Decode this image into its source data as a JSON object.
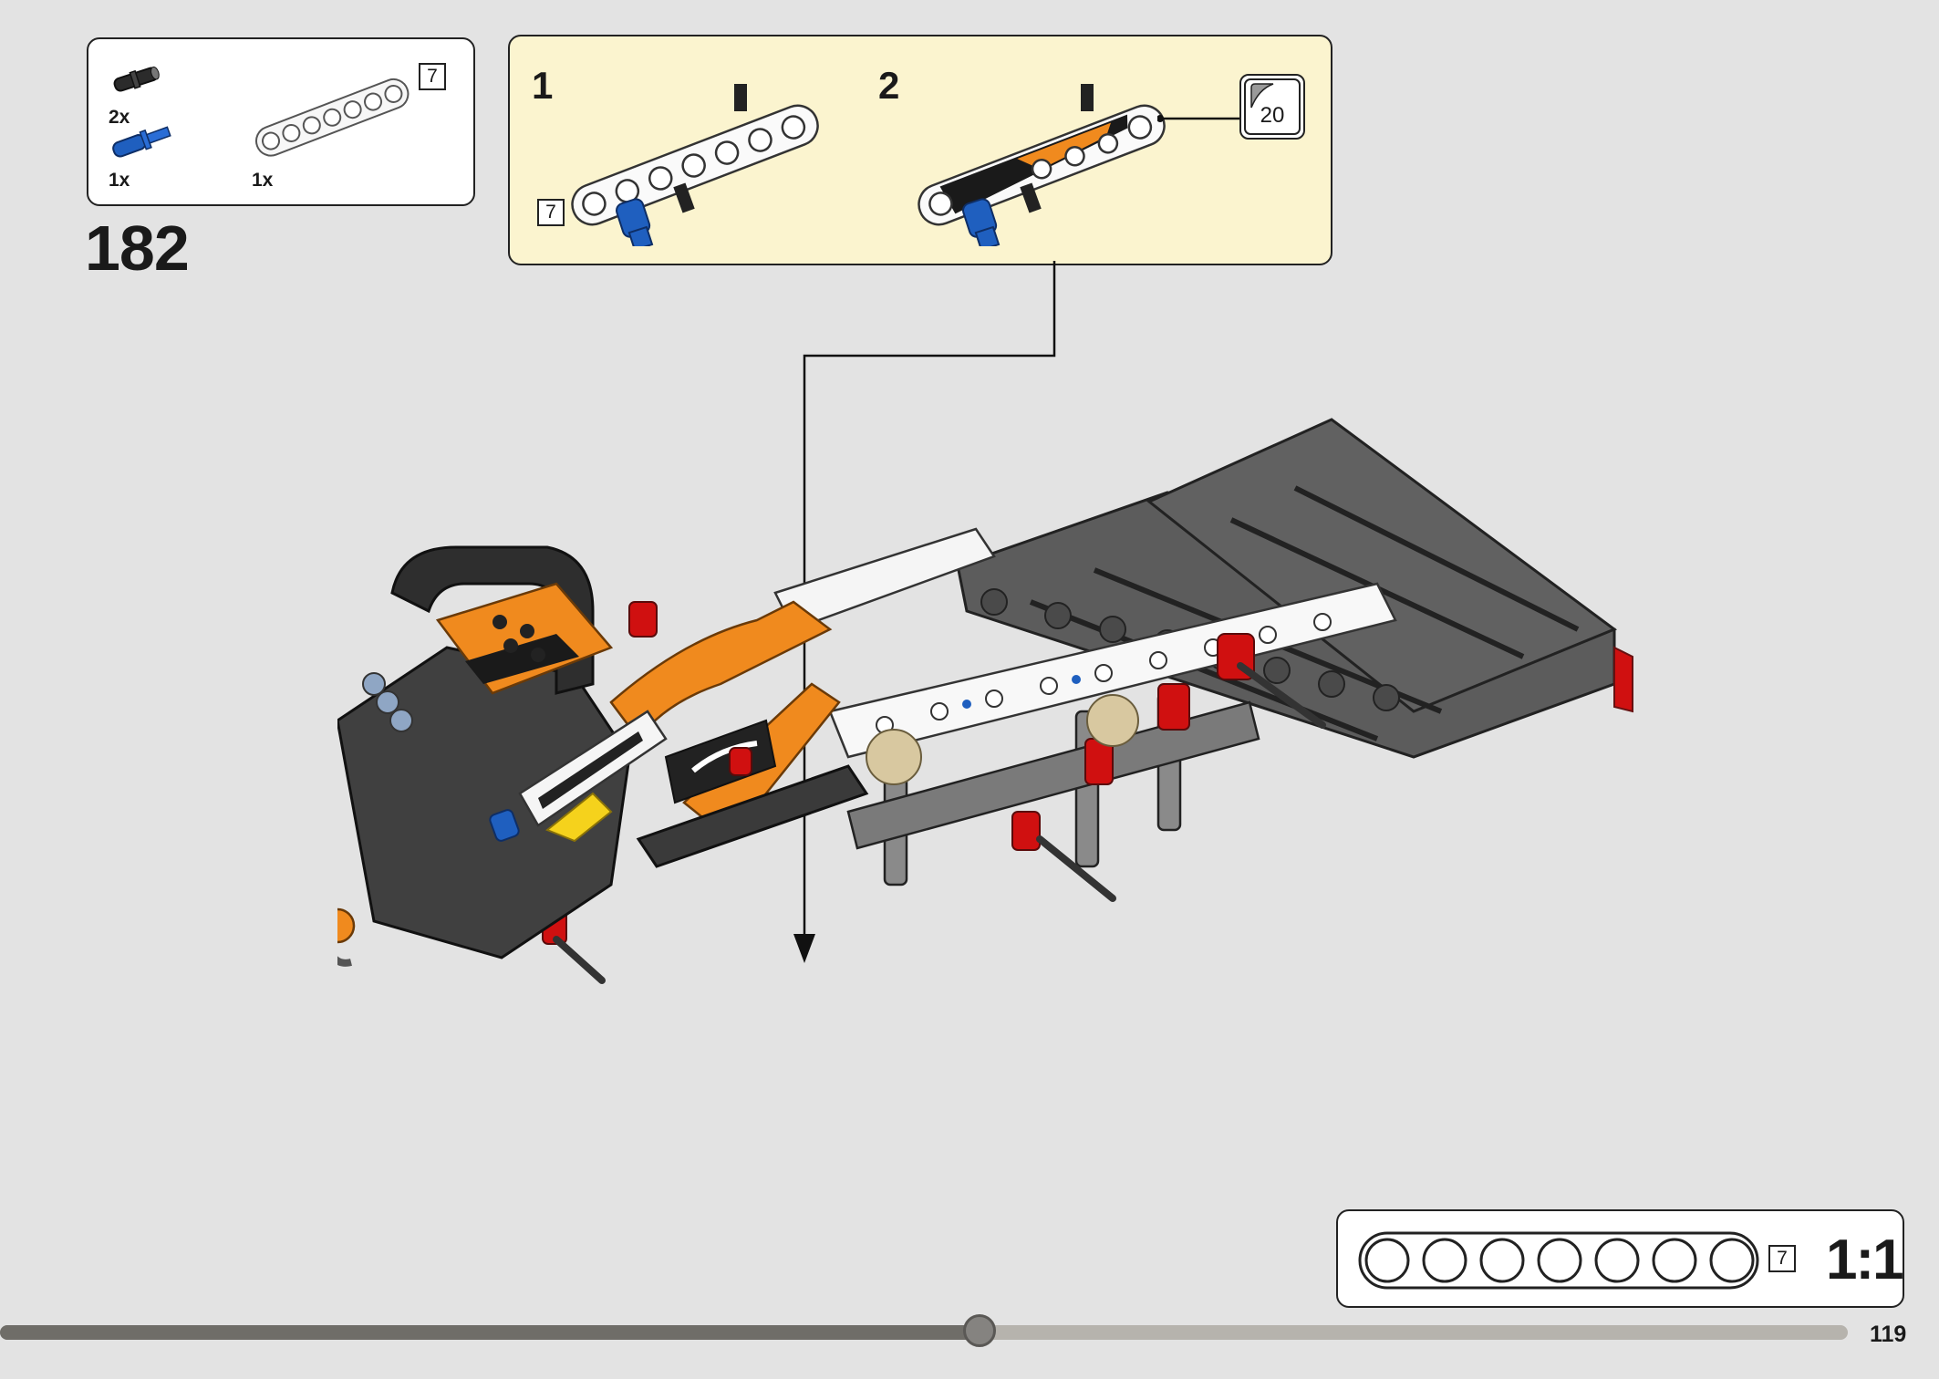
{
  "parts_list": {
    "items": [
      {
        "part": "black-friction-pin",
        "qty": "2x"
      },
      {
        "part": "blue-axle-pin",
        "qty": "1x"
      },
      {
        "part": "white-beam-7",
        "qty": "1x",
        "length": "7"
      }
    ]
  },
  "step": {
    "number": "182"
  },
  "callout": {
    "substeps": [
      {
        "number": "1",
        "beam_length": "7"
      },
      {
        "number": "2",
        "sticker_number": "20"
      }
    ]
  },
  "scale": {
    "beam_length": "7",
    "ratio": "1:1"
  },
  "progress": {
    "fraction": 0.53
  },
  "page": {
    "number": "119"
  },
  "colors": {
    "background": "#e3e3e3",
    "callout_bg": "#fbf4cf",
    "accent_orange": "#f08a1e",
    "dark_grey": "#5a5a5a",
    "red": "#d01010",
    "blue": "#1f5fbf"
  }
}
